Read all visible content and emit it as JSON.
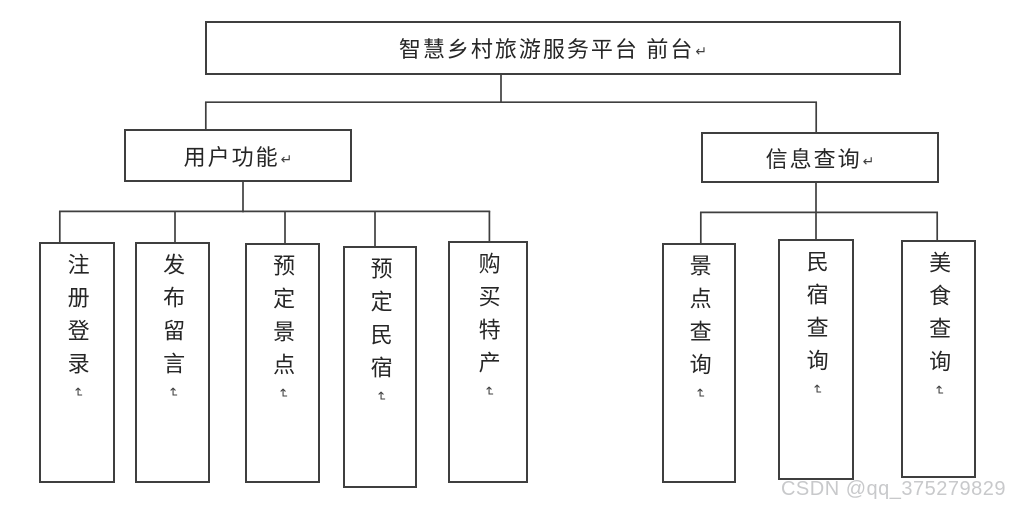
{
  "diagram": {
    "title": {
      "label": "智慧乡村旅游服务平台 前台"
    },
    "return_mark": "↵",
    "branches": [
      {
        "label": "用户功能",
        "children": [
          {
            "label": "注册登录"
          },
          {
            "label": "发布留言"
          },
          {
            "label": "预定景点"
          },
          {
            "label": "预定民宿"
          },
          {
            "label": "购买特产"
          }
        ]
      },
      {
        "label": "信息查询",
        "children": [
          {
            "label": "景点查询"
          },
          {
            "label": "民宿查询"
          },
          {
            "label": "美食查询"
          }
        ]
      }
    ],
    "colors": {
      "line": "#3f3f3f",
      "text": "#262626",
      "box_background": "#ffffff",
      "page_background": "#ffffff"
    }
  },
  "watermark": {
    "text": "CSDN @qq_375279829",
    "color": "#c8c9cb"
  }
}
